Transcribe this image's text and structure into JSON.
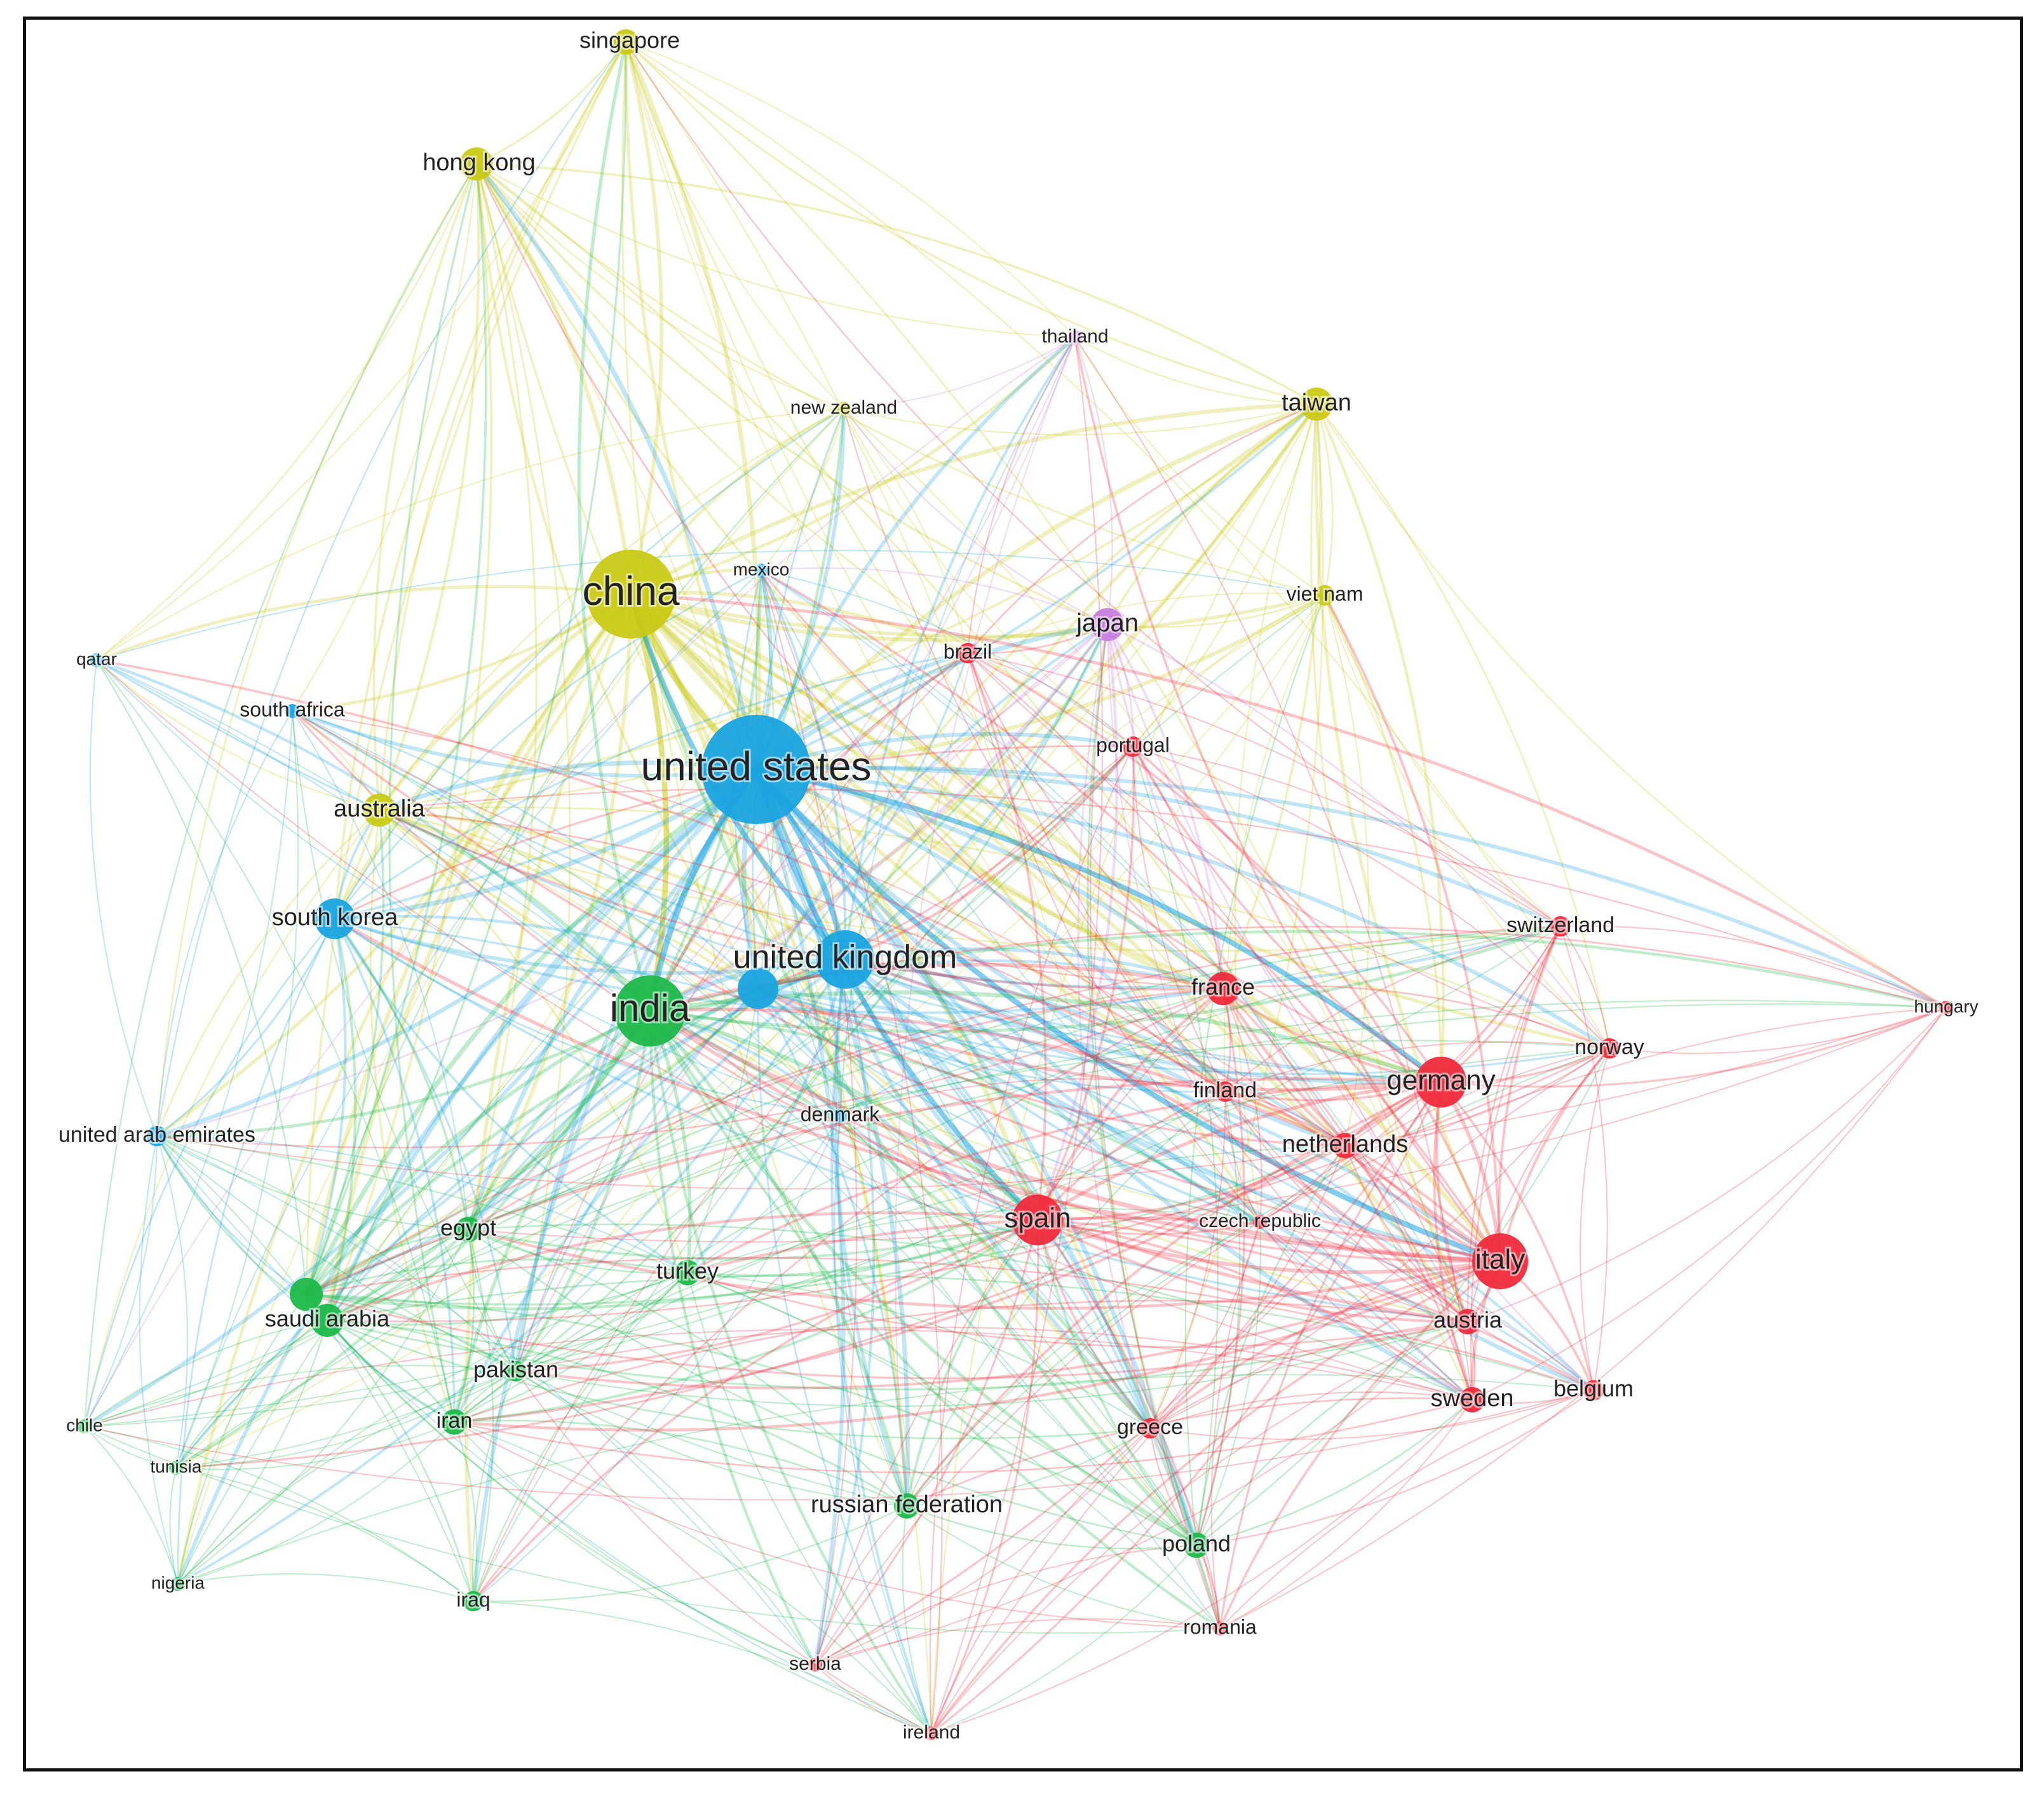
{
  "colors": {
    "yellow": "#c9c916",
    "blue": "#1aa3df",
    "green": "#1db84a",
    "red": "#f02a3c",
    "purple": "#c77ee0",
    "text": "#222222"
  },
  "nodes": [
    {
      "id": "singapore",
      "label": "singapore",
      "cluster": "yellow",
      "weight": 3
    },
    {
      "id": "hong_kong",
      "label": "hong kong",
      "cluster": "yellow",
      "weight": 4
    },
    {
      "id": "china",
      "label": "china",
      "cluster": "yellow",
      "weight": 10
    },
    {
      "id": "australia",
      "label": "australia",
      "cluster": "yellow",
      "weight": 4
    },
    {
      "id": "new_zealand",
      "label": "new zealand",
      "cluster": "yellow",
      "weight": 1
    },
    {
      "id": "taiwan",
      "label": "taiwan",
      "cluster": "yellow",
      "weight": 4
    },
    {
      "id": "viet_nam",
      "label": "viet nam",
      "cluster": "yellow",
      "weight": 2
    },
    {
      "id": "united_states",
      "label": "united states",
      "cluster": "blue",
      "weight": 12
    },
    {
      "id": "united_kingdom",
      "label": "united kingdom",
      "cluster": "blue",
      "weight": 8
    },
    {
      "id": "uk_hub",
      "label": "",
      "cluster": "blue",
      "weight": 5
    },
    {
      "id": "south_korea",
      "label": "south korea",
      "cluster": "blue",
      "weight": 5
    },
    {
      "id": "south_africa",
      "label": "south africa",
      "cluster": "blue",
      "weight": 1
    },
    {
      "id": "mexico",
      "label": "mexico",
      "cluster": "blue",
      "weight": 1
    },
    {
      "id": "qatar",
      "label": "qatar",
      "cluster": "blue",
      "weight": 1
    },
    {
      "id": "united_arab_emirates",
      "label": "united arab emirates",
      "cluster": "blue",
      "weight": 2
    },
    {
      "id": "denmark",
      "label": "denmark",
      "cluster": "blue",
      "weight": 1
    },
    {
      "id": "india",
      "label": "india",
      "cluster": "green",
      "weight": 9
    },
    {
      "id": "egypt",
      "label": "egypt",
      "cluster": "green",
      "weight": 3
    },
    {
      "id": "saudi_arabia",
      "label": "saudi arabia",
      "cluster": "green",
      "weight": 4
    },
    {
      "id": "saudi_hub",
      "label": "",
      "cluster": "green",
      "weight": 4
    },
    {
      "id": "turkey",
      "label": "turkey",
      "cluster": "green",
      "weight": 3
    },
    {
      "id": "pakistan",
      "label": "pakistan",
      "cluster": "green",
      "weight": 2
    },
    {
      "id": "iran",
      "label": "iran",
      "cluster": "green",
      "weight": 3
    },
    {
      "id": "chile",
      "label": "chile",
      "cluster": "green",
      "weight": 1
    },
    {
      "id": "tunisia",
      "label": "tunisia",
      "cluster": "green",
      "weight": 1
    },
    {
      "id": "nigeria",
      "label": "nigeria",
      "cluster": "green",
      "weight": 1
    },
    {
      "id": "iraq",
      "label": "iraq",
      "cluster": "green",
      "weight": 2
    },
    {
      "id": "russian_federation",
      "label": "russian federation",
      "cluster": "green",
      "weight": 3
    },
    {
      "id": "poland",
      "label": "poland",
      "cluster": "green",
      "weight": 3
    },
    {
      "id": "japan",
      "label": "japan",
      "cluster": "purple",
      "weight": 4
    },
    {
      "id": "thailand",
      "label": "thailand",
      "cluster": "purple",
      "weight": 1
    },
    {
      "id": "brazil",
      "label": "brazil",
      "cluster": "red",
      "weight": 2
    },
    {
      "id": "portugal",
      "label": "portugal",
      "cluster": "red",
      "weight": 2
    },
    {
      "id": "switzerland",
      "label": "switzerland",
      "cluster": "red",
      "weight": 2
    },
    {
      "id": "france",
      "label": "france",
      "cluster": "red",
      "weight": 4
    },
    {
      "id": "hungary",
      "label": "hungary",
      "cluster": "red",
      "weight": 1
    },
    {
      "id": "norway",
      "label": "norway",
      "cluster": "red",
      "weight": 2
    },
    {
      "id": "germany",
      "label": "germany",
      "cluster": "red",
      "weight": 6
    },
    {
      "id": "finland",
      "label": "finland",
      "cluster": "red",
      "weight": 2
    },
    {
      "id": "netherlands",
      "label": "netherlands",
      "cluster": "red",
      "weight": 3
    },
    {
      "id": "spain",
      "label": "spain",
      "cluster": "red",
      "weight": 6
    },
    {
      "id": "czech_republic",
      "label": "czech republic",
      "cluster": "red",
      "weight": 1
    },
    {
      "id": "italy",
      "label": "italy",
      "cluster": "red",
      "weight": 7
    },
    {
      "id": "austria",
      "label": "austria",
      "cluster": "red",
      "weight": 3
    },
    {
      "id": "sweden",
      "label": "sweden",
      "cluster": "red",
      "weight": 3
    },
    {
      "id": "belgium",
      "label": "belgium",
      "cluster": "red",
      "weight": 2
    },
    {
      "id": "greece",
      "label": "greece",
      "cluster": "red",
      "weight": 2
    },
    {
      "id": "romania",
      "label": "romania",
      "cluster": "red",
      "weight": 1
    },
    {
      "id": "serbia",
      "label": "serbia",
      "cluster": "red",
      "weight": 1
    },
    {
      "id": "ireland",
      "label": "ireland",
      "cluster": "red",
      "weight": 1
    }
  ]
}
